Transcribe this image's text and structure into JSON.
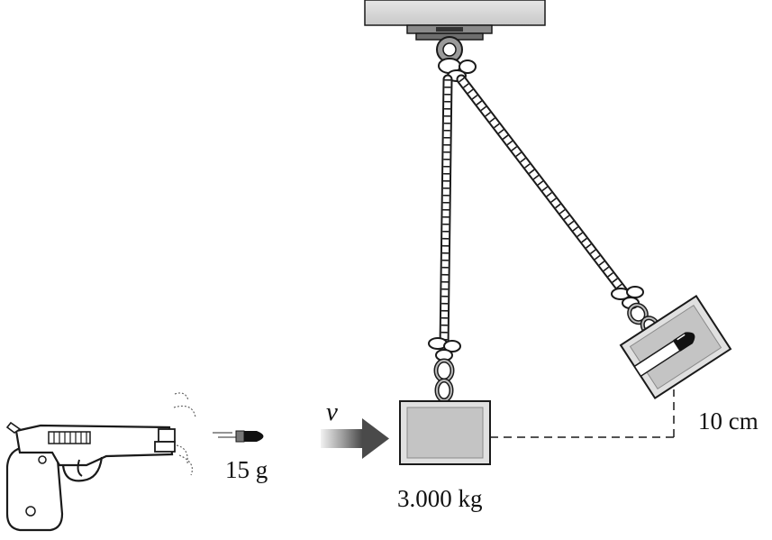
{
  "labels": {
    "bullet_mass": "15 g",
    "block_mass": "3.000 kg",
    "rise_height": "10 cm",
    "velocity_symbol": "v"
  },
  "colors": {
    "ceiling": "#d9d9d9",
    "block_face": "#c4c4c4",
    "rope": "#ffffff",
    "line": "#1a1a1a",
    "arrow_dark": "#555555",
    "arrow_light": "#eeeeee"
  },
  "icons": {
    "gun": "pistol-icon",
    "projectile": "bullet-icon",
    "hanger": "ceiling-mount-icon"
  }
}
